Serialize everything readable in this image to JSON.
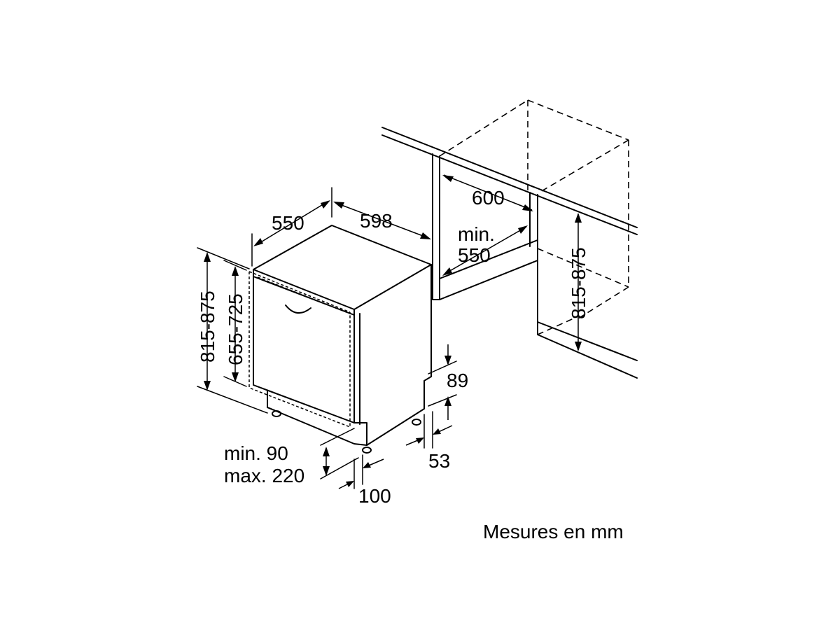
{
  "dimensions": {
    "width_appliance": "598",
    "depth_appliance": "550",
    "niche_width": "600",
    "niche_depth_line1": "min.",
    "niche_depth_line2": "550",
    "niche_height": "815-875",
    "appliance_height_total": "815-875",
    "door_height": "655-725",
    "plinth_height": "89",
    "foot_height": "53",
    "plinth_depth_line1": "min. 90",
    "plinth_depth_line2": "max. 220",
    "foot_offset": "100"
  },
  "footnote": "Mesures en mm"
}
